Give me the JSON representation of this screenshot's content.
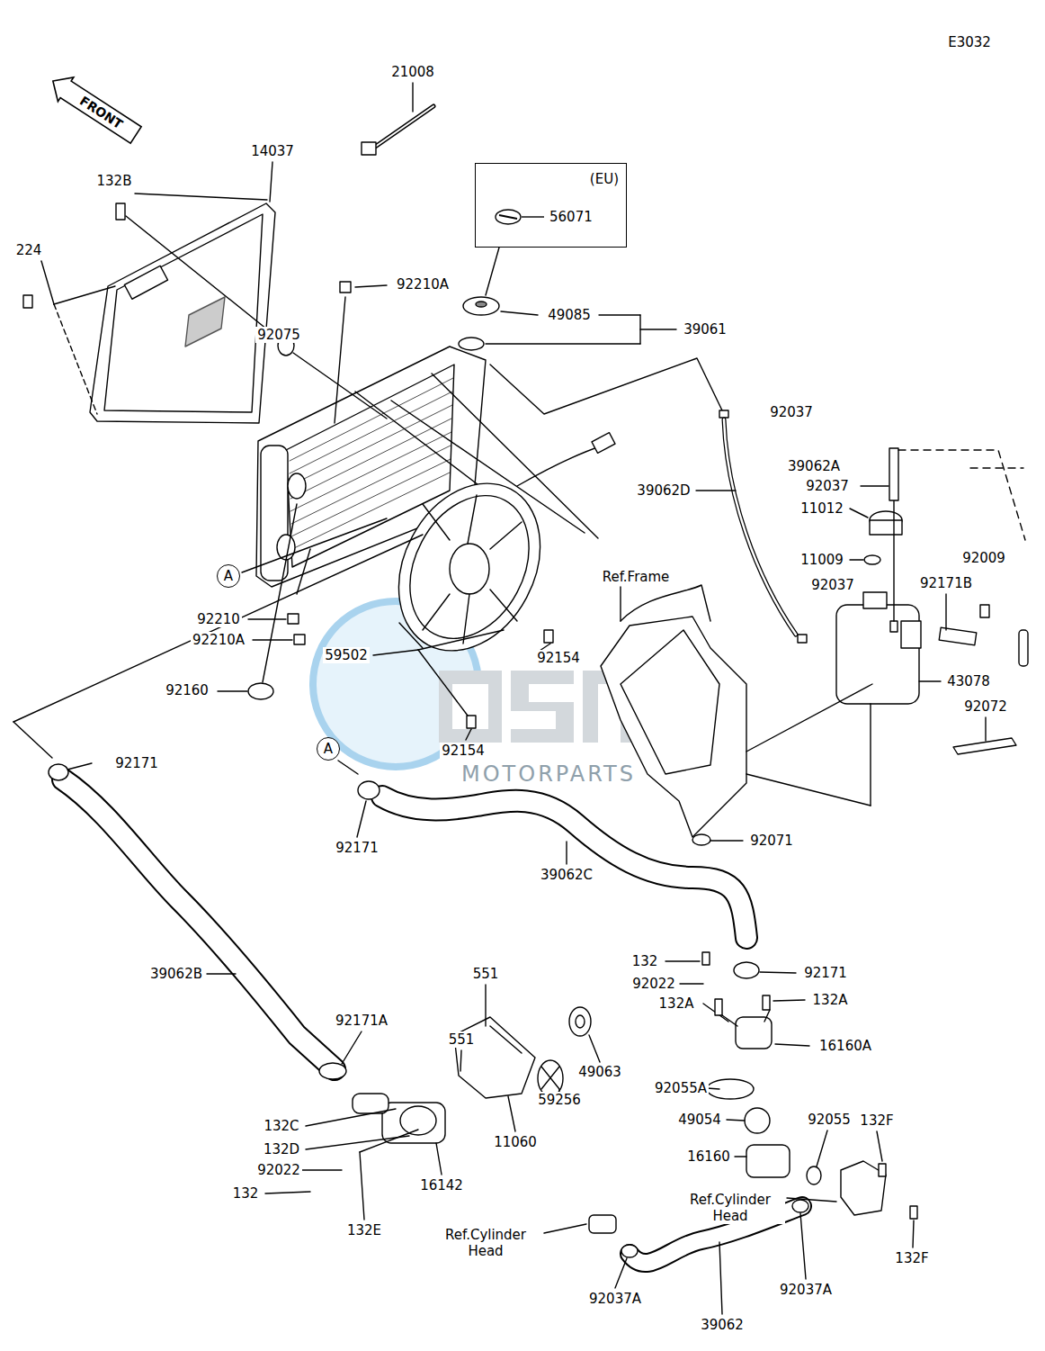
{
  "diagram": {
    "nodes": [
      {
        "text": [
          "FRONT"
        ]
      },
      {
        "text": [
          "(EU)",
          "56071"
        ]
      },
      {
        "text": [
          "A"
        ]
      },
      {
        "text": [
          "A"
        ]
      }
    ],
    "labels": [
      "E3032",
      "21008",
      "14037",
      "132B",
      "224",
      "92210A",
      "49085",
      "39061",
      "92075",
      "92037",
      "39062A",
      "39062D",
      "92037",
      "11012",
      "11009",
      "92009",
      "Ref.Frame",
      "92171B",
      "92037",
      "92210",
      "92210A",
      "59502",
      "92154",
      "43078",
      "92160",
      "92072",
      "92154",
      "92171",
      "92171",
      "92071",
      "39062C",
      "132",
      "92171",
      "551",
      "39062B",
      "92022",
      "132A",
      "132A",
      "92171A",
      "551",
      "16160A",
      "49063",
      "92055A",
      "59256",
      "49054",
      "92055",
      "132F",
      "132C",
      "11060",
      "132D",
      "16160",
      "92022",
      "16142",
      "132",
      "Ref.Cylinder Head",
      "132E",
      "Ref.Cylinder Head",
      "132F",
      "92037A",
      "92037A",
      "39062",
      "MOTORPARTS"
    ]
  }
}
